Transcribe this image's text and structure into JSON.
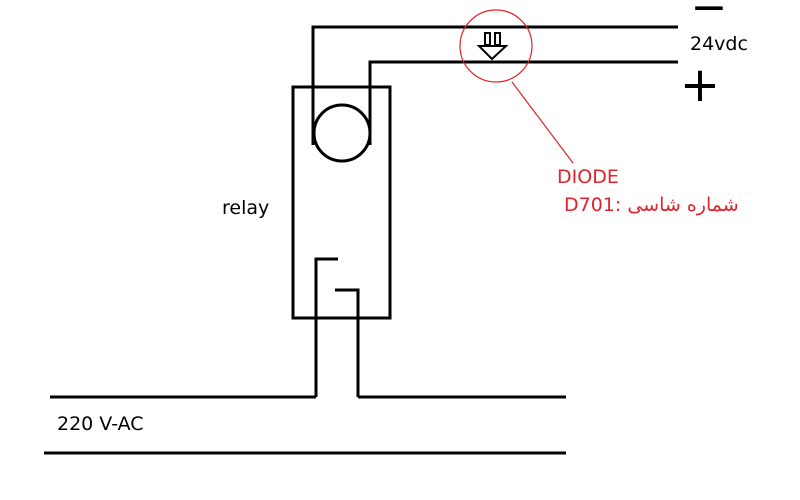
{
  "labels": {
    "relay": "relay",
    "supply": "24vdc",
    "diode_title": "DIODE",
    "diode_part": "D701: شماره شاسی",
    "ac": "220 V-AC"
  },
  "symbols": {
    "minus": "−",
    "plus": "+"
  },
  "colors": {
    "wire": "#000000",
    "annotation": "#e0242a"
  }
}
